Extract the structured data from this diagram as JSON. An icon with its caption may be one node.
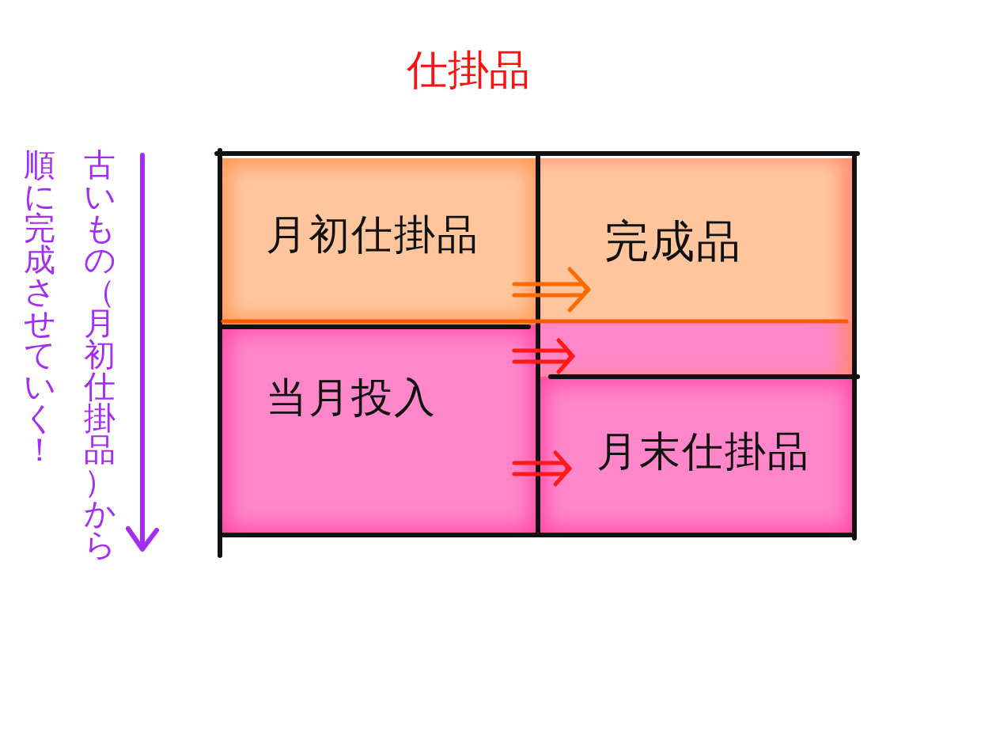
{
  "diagram": {
    "title": "仕掛品",
    "nodes": [
      {
        "text": [
          "月初仕掛品"
        ]
      },
      {
        "text": [
          "完成品"
        ]
      },
      {
        "text": [
          "当月投入"
        ]
      },
      {
        "text": [
          "月末仕掛品"
        ]
      }
    ],
    "edges": [
      {
        "from": 0,
        "to": 1,
        "arrow": "to",
        "color": "#ff6a00"
      },
      {
        "from": 2,
        "to": 1,
        "arrow": "to"
      },
      {
        "from": 2,
        "to": 3,
        "arrow": "to"
      }
    ],
    "labels": [
      "古いもの（月初仕掛品）から順に完成させていく！"
    ]
  }
}
